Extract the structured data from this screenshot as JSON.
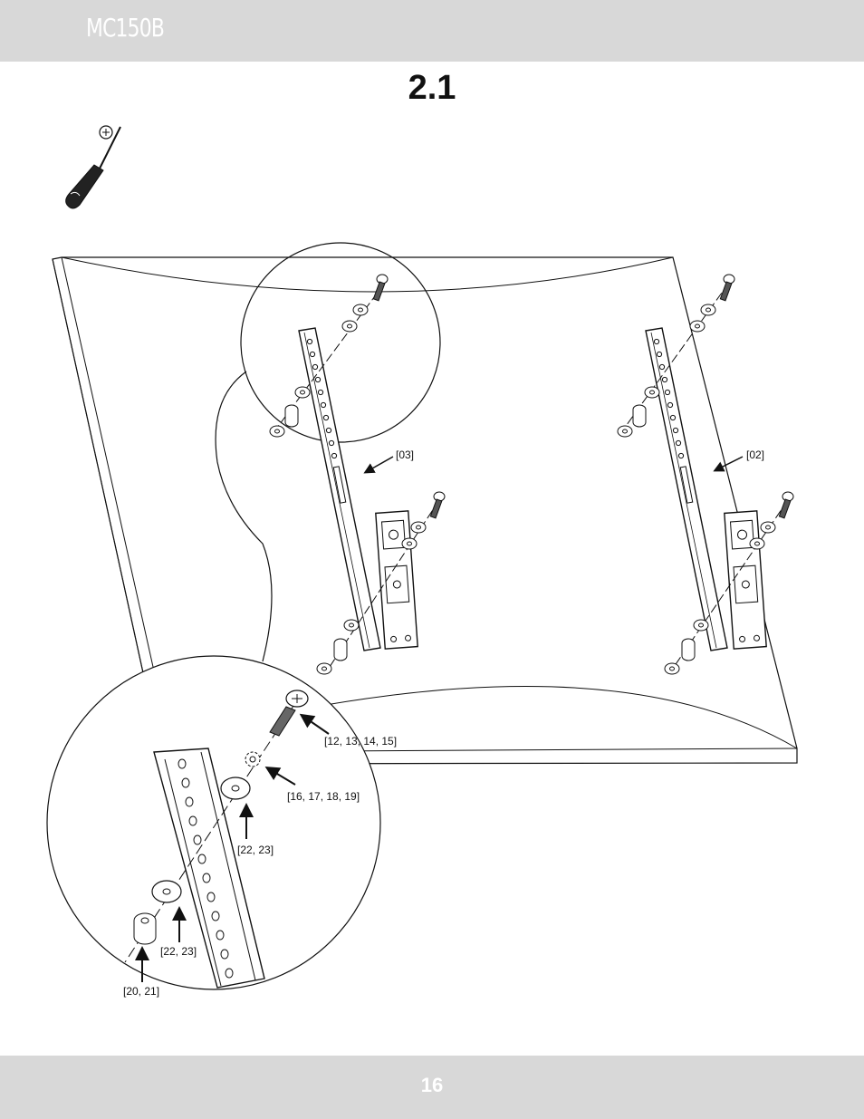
{
  "header": {
    "model": "MC150B"
  },
  "step": {
    "number": "2.1"
  },
  "callouts": {
    "bracket_left": "[03]",
    "bracket_right": "[02]",
    "screw": "[12, 13, 14, 15]",
    "lock_washer": "[16, 17, 18, 19]",
    "washer_upper": "[22, 23]",
    "washer_lower": "[22, 23]",
    "spacer": "[20, 21]"
  },
  "tool": {
    "icon": "phillips-screwdriver-icon"
  },
  "footer": {
    "page": "16"
  }
}
